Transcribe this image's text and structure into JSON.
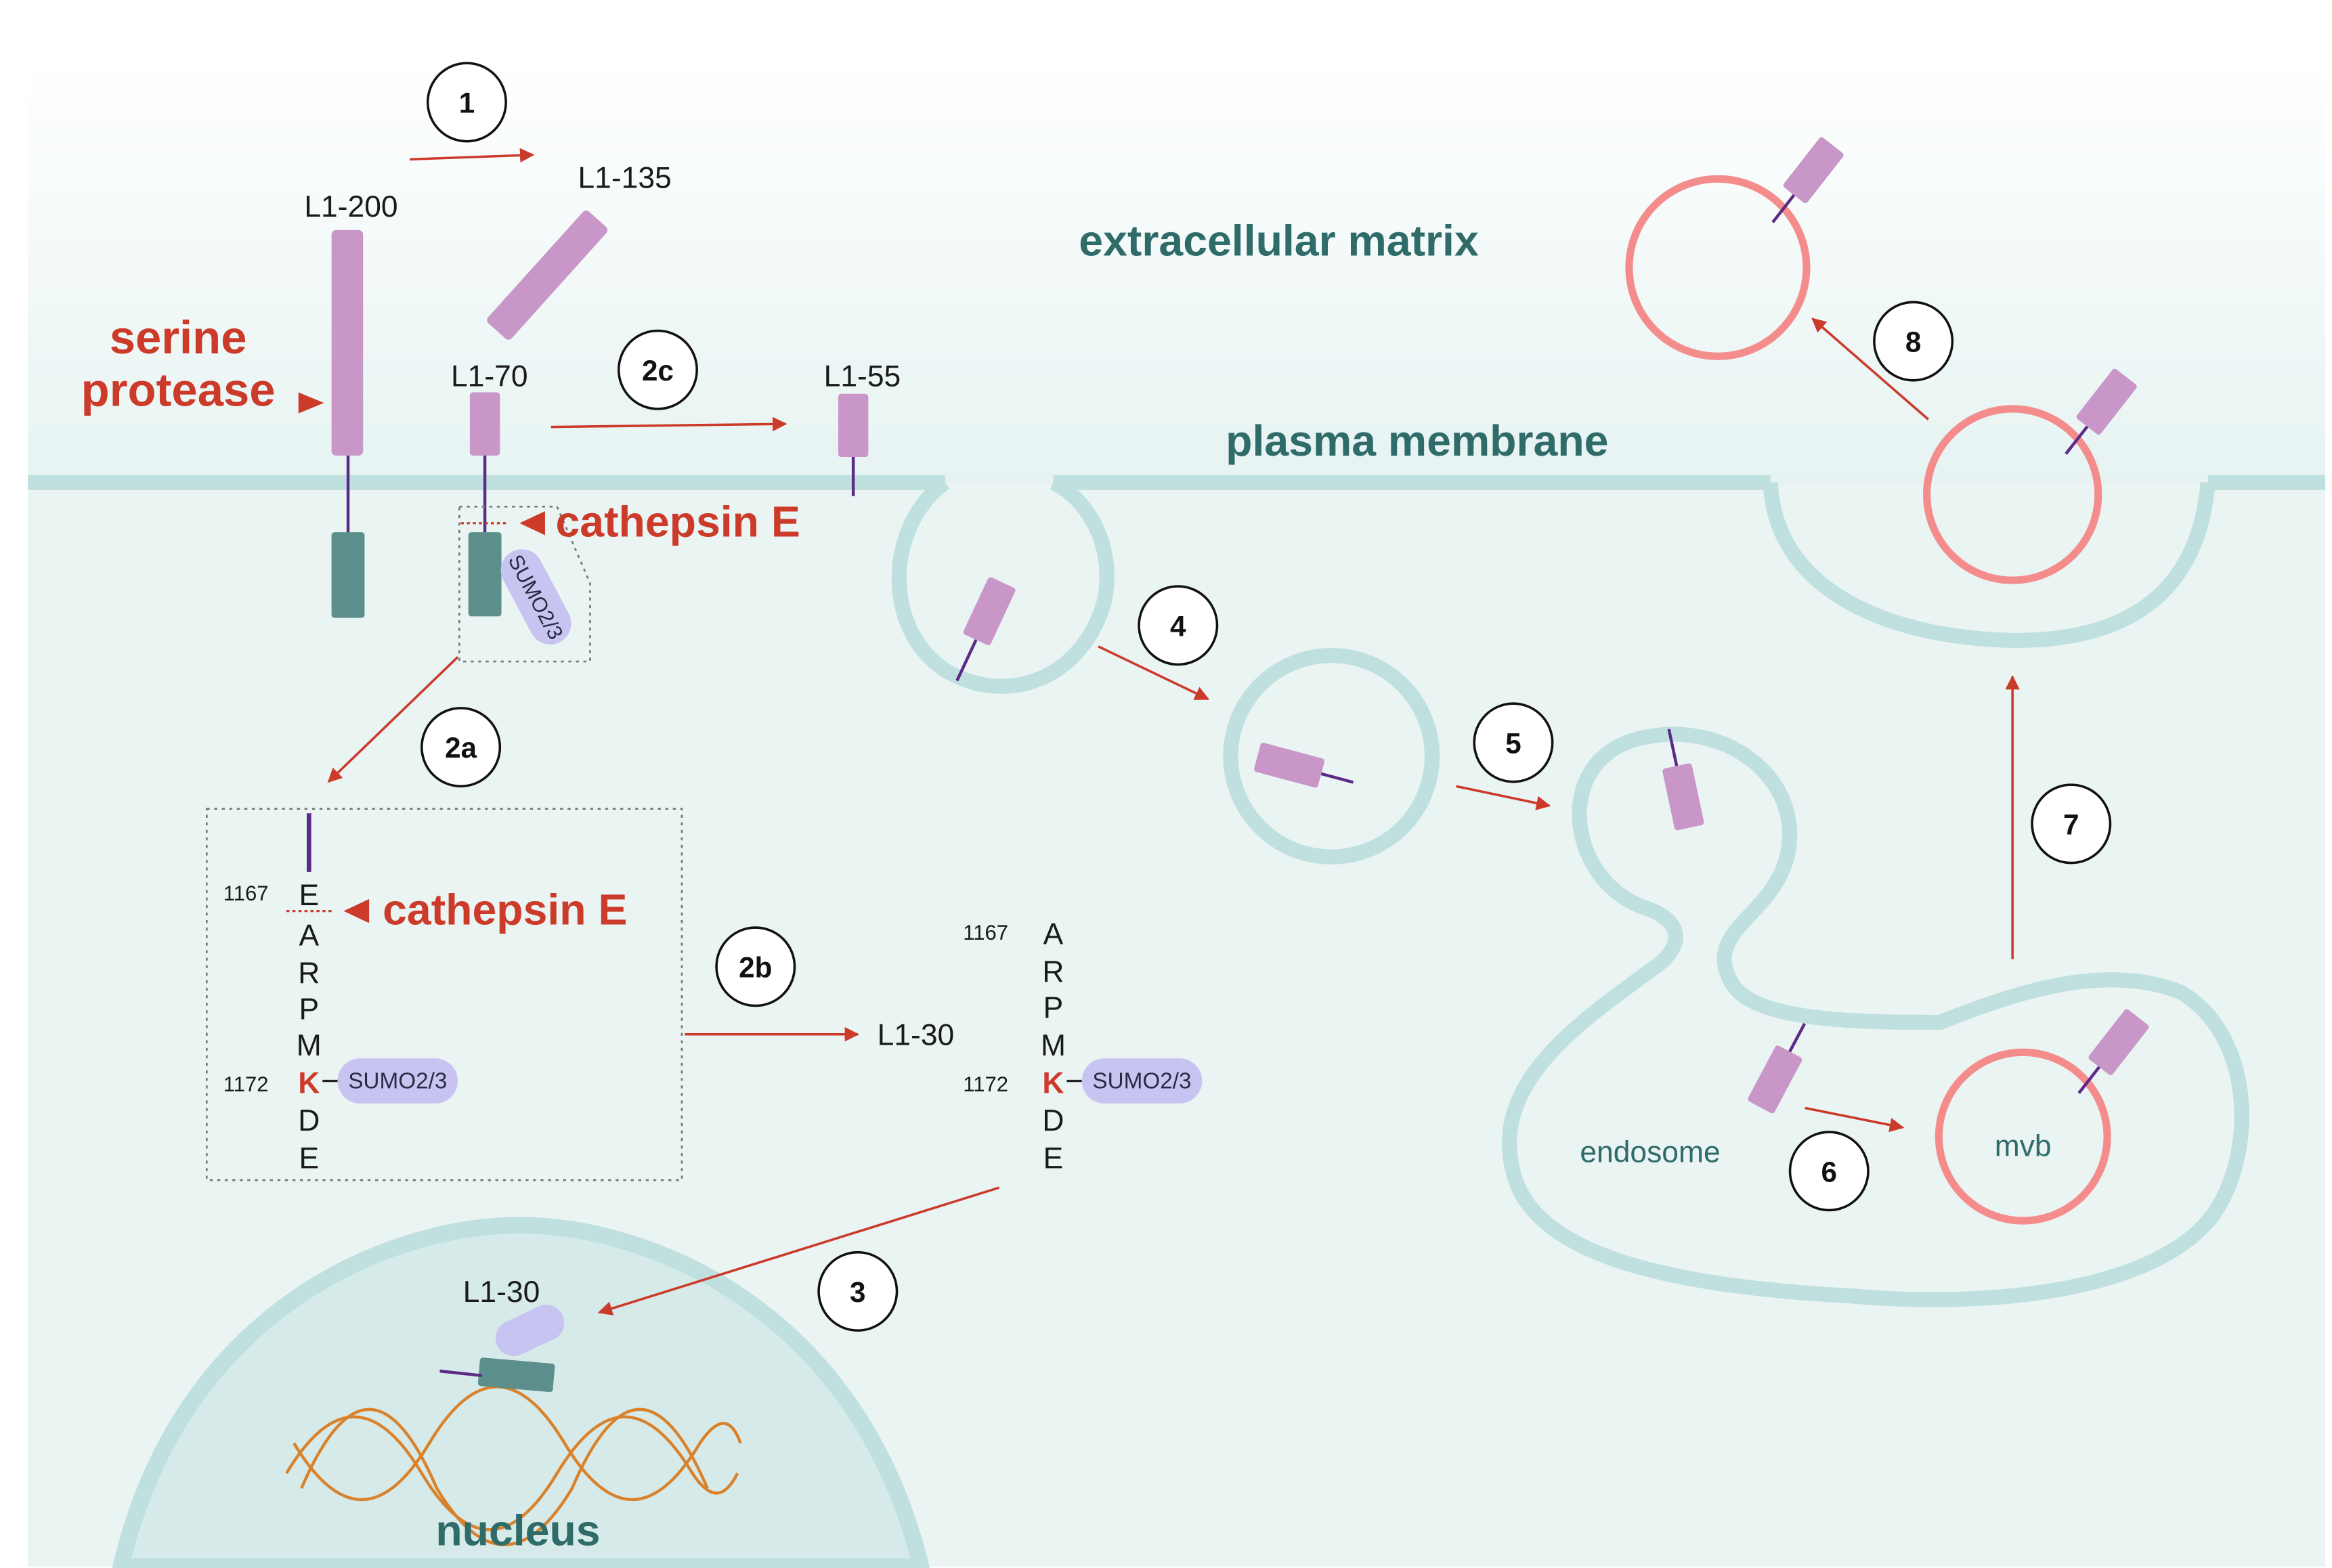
{
  "labels": {
    "extracellular_matrix": "extracellular matrix",
    "plasma_membrane": "plasma membrane",
    "nucleus": "nucleus",
    "endosome": "endosome",
    "mvb": "mvb",
    "serine_protease_1": "serine",
    "serine_protease_2": "protease",
    "cathepsin_e_top": "cathepsin E",
    "cathepsin_e_box": "cathepsin E",
    "sumo_vertical": "SUMO2/3",
    "sumo_box": "SUMO2/3",
    "sumo_right": "SUMO2/3"
  },
  "fragments": {
    "l1_200": "L1-200",
    "l1_135": "L1-135",
    "l1_70": "L1-70",
    "l1_55": "L1-55",
    "l1_30_arrow": "L1-30",
    "l1_30_nucleus": "L1-30"
  },
  "steps": {
    "s1": "1",
    "s2a": "2a",
    "s2b": "2b",
    "s2c": "2c",
    "s3": "3",
    "s4": "4",
    "s5": "5",
    "s6": "6",
    "s7": "7",
    "s8": "8"
  },
  "sequence_box": {
    "start_number": "1167",
    "k_number": "1172",
    "residues": [
      "E",
      "A",
      "R",
      "P",
      "M",
      "K",
      "D",
      "E"
    ]
  },
  "sequence_right": {
    "start_number": "1167",
    "k_number": "1172",
    "residues": [
      "A",
      "R",
      "P",
      "M",
      "K",
      "D",
      "E"
    ]
  },
  "colors": {
    "membrane": "#bfe0de",
    "cytoplasm": "#e9f4f3",
    "protein_ecto": "#c897c8",
    "protein_cyto": "#5c8f8c",
    "sumo": "#c8c4f2",
    "vesicle_red": "#f58c8c",
    "arrow_red": "#cc3a2a",
    "title_teal": "#2e6b69"
  }
}
